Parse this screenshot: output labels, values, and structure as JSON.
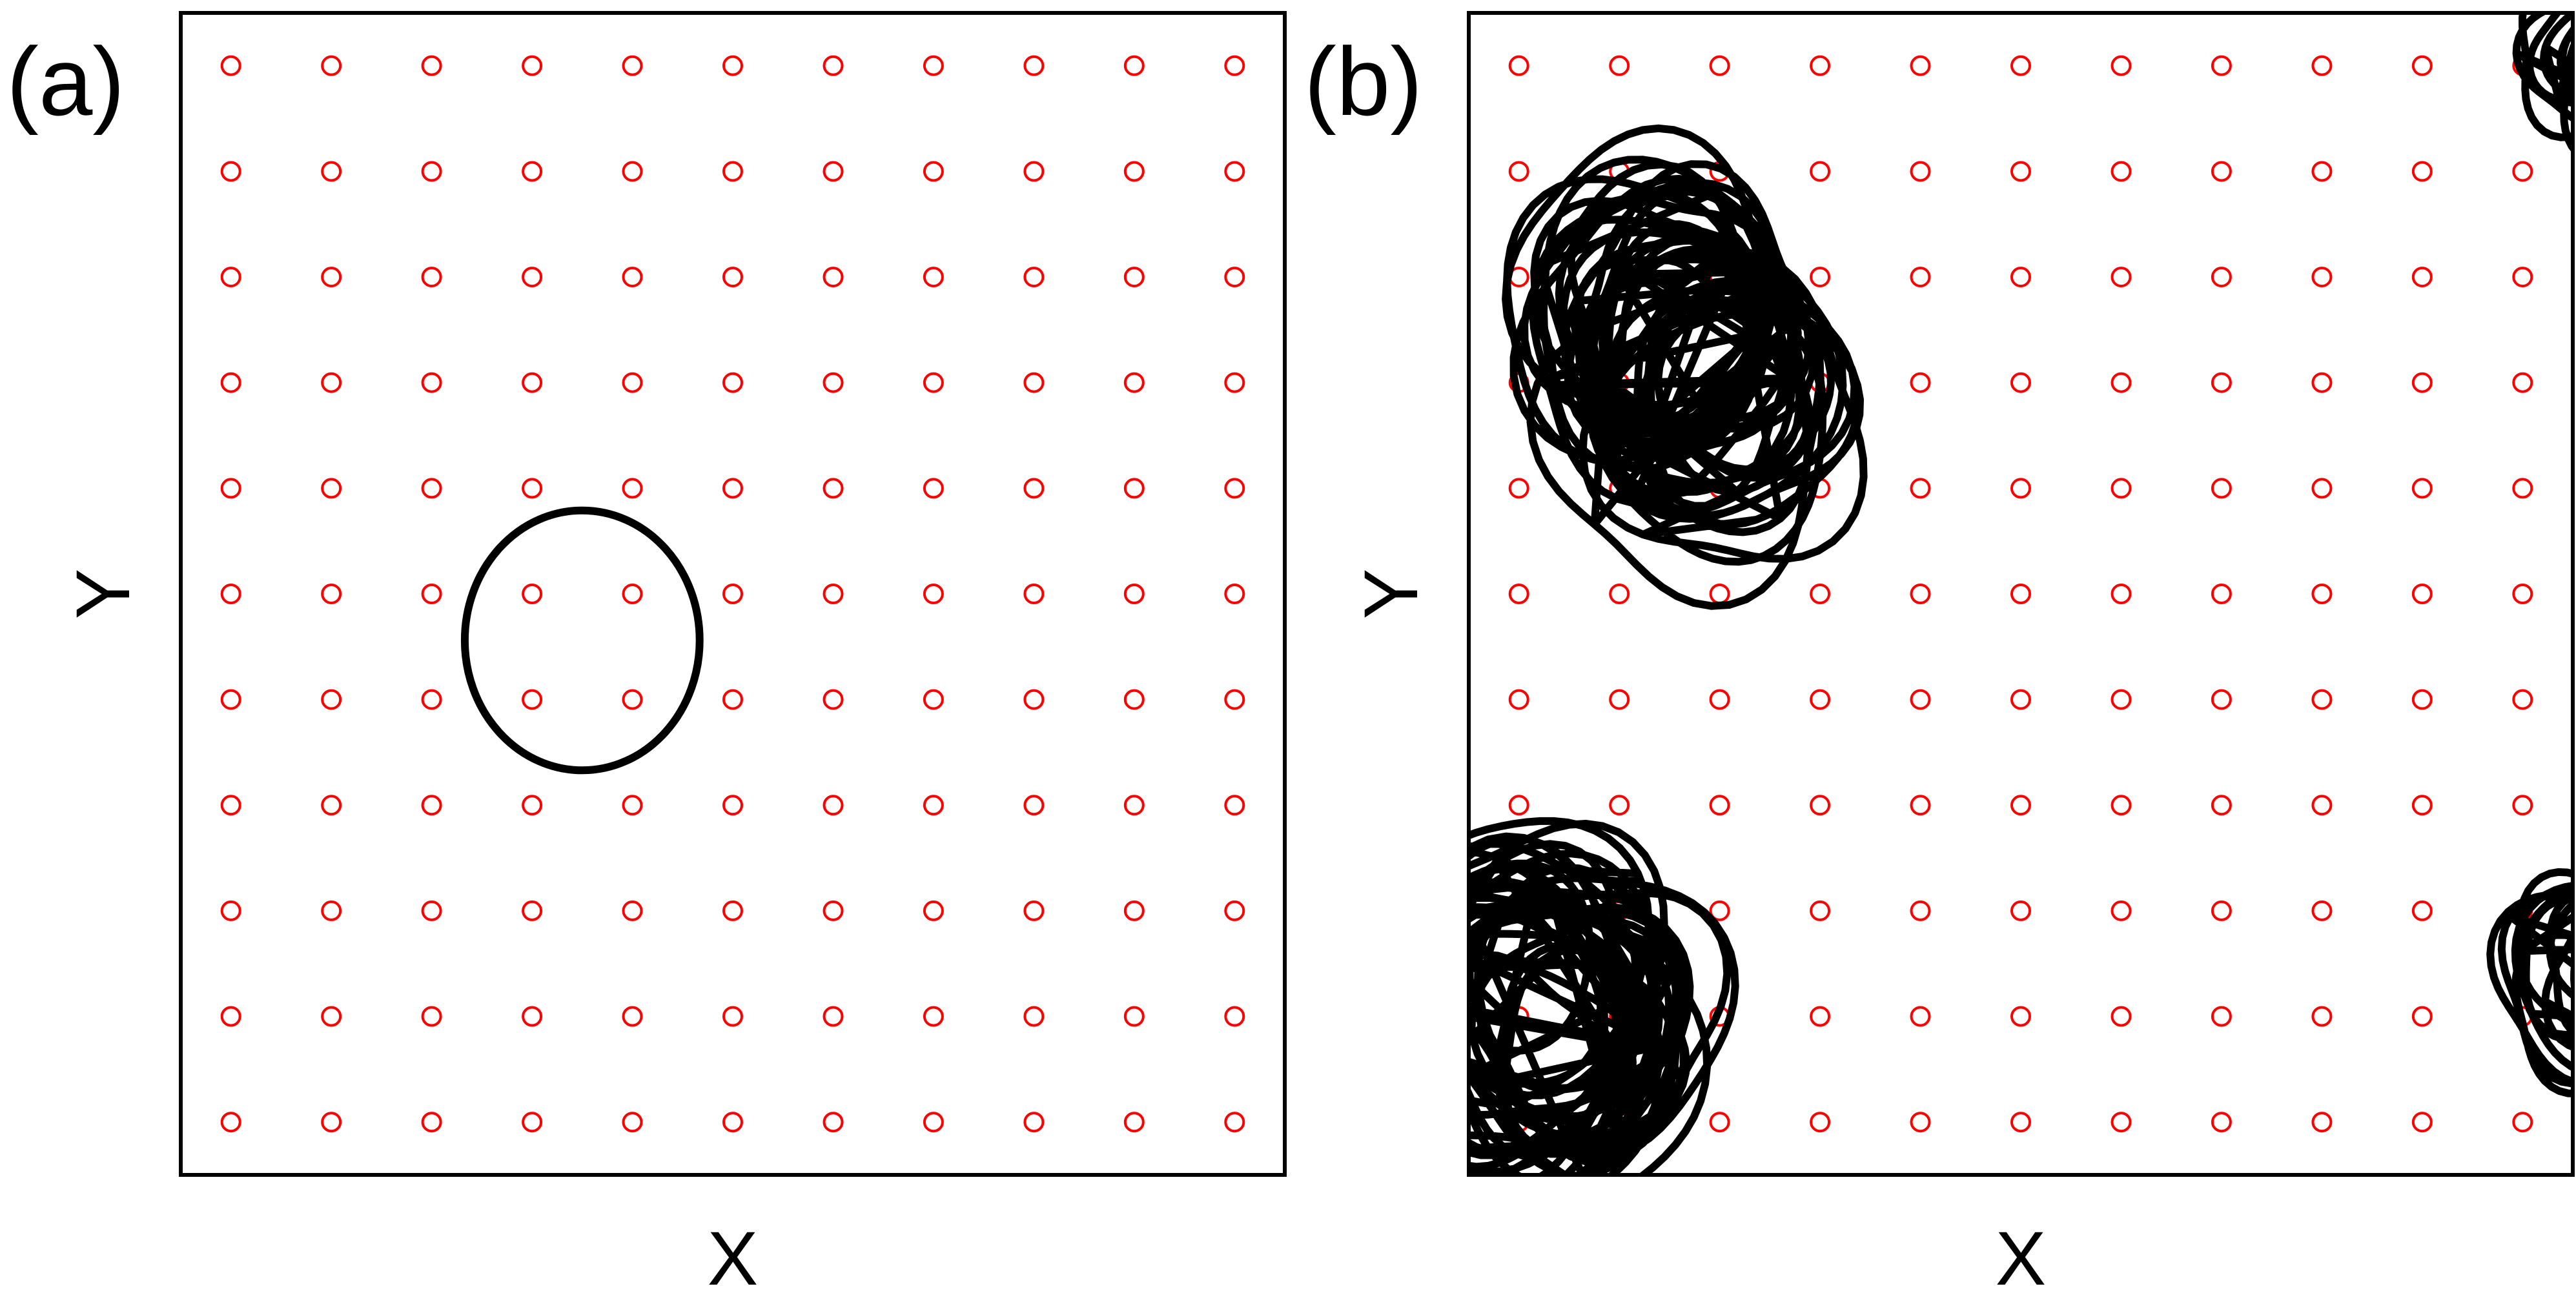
{
  "chart_data": [
    {
      "type": "scatter",
      "panel_label": "(a)",
      "xlabel": "X",
      "ylabel": "Y",
      "xlim": [
        0,
        11
      ],
      "ylim": [
        0,
        11
      ],
      "grid": false,
      "colors": {
        "obstacle": "#ff0000",
        "trajectory": "#000000",
        "frame": "#000000"
      },
      "obstacles": {
        "marker": "open-circle",
        "x": [
          0.5,
          1.5,
          2.5,
          3.5,
          4.5,
          5.5,
          6.5,
          7.5,
          8.5,
          9.5,
          10.5
        ],
        "y": [
          0.5,
          1.5,
          2.5,
          3.5,
          4.5,
          5.5,
          6.5,
          7.5,
          8.5,
          9.5,
          10.5
        ]
      },
      "trajectories": [
        {
          "type": "closed-orbit",
          "center": [
            4.0,
            5.06
          ],
          "radius_x": 1.17,
          "radius_y": 1.23
        }
      ]
    },
    {
      "type": "scatter",
      "panel_label": "(b)",
      "xlabel": "X",
      "ylabel": "Y",
      "xlim": [
        0,
        11
      ],
      "ylim": [
        0,
        11
      ],
      "grid": false,
      "colors": {
        "obstacle": "#ff0000",
        "trajectory": "#000000",
        "frame": "#000000"
      },
      "obstacles": {
        "marker": "open-circle",
        "x": [
          0.5,
          1.5,
          2.5,
          3.5,
          4.5,
          5.5,
          6.5,
          7.5,
          8.5,
          9.5,
          10.5
        ],
        "y": [
          0.5,
          1.5,
          2.5,
          3.5,
          4.5,
          5.5,
          6.5,
          7.5,
          8.5,
          9.5,
          10.5
        ]
      },
      "trajectories": [
        {
          "type": "chaotic-loops",
          "seed": 11,
          "loops": 34,
          "center_x_range": [
            1.2,
            3.2
          ],
          "center_y_range": [
            7.0,
            9.2
          ],
          "radius_range": [
            0.8,
            1.4
          ]
        },
        {
          "type": "chaotic-loops",
          "seed": 23,
          "loops": 34,
          "center_x_range": [
            0.4,
            2.4
          ],
          "center_y_range": [
            0.6,
            2.8
          ],
          "radius_range": [
            0.8,
            1.4
          ]
        },
        {
          "type": "chaotic-loops",
          "seed": 37,
          "loops": 10,
          "center_x_range": [
            11.1,
            11.5
          ],
          "center_y_range": [
            10.0,
            10.6
          ],
          "radius_range": [
            0.4,
            0.7
          ]
        },
        {
          "type": "chaotic-loops",
          "seed": 41,
          "loops": 12,
          "center_x_range": [
            11.1,
            11.6
          ],
          "center_y_range": [
            1.0,
            2.7
          ],
          "radius_range": [
            0.5,
            0.9
          ]
        }
      ]
    }
  ]
}
